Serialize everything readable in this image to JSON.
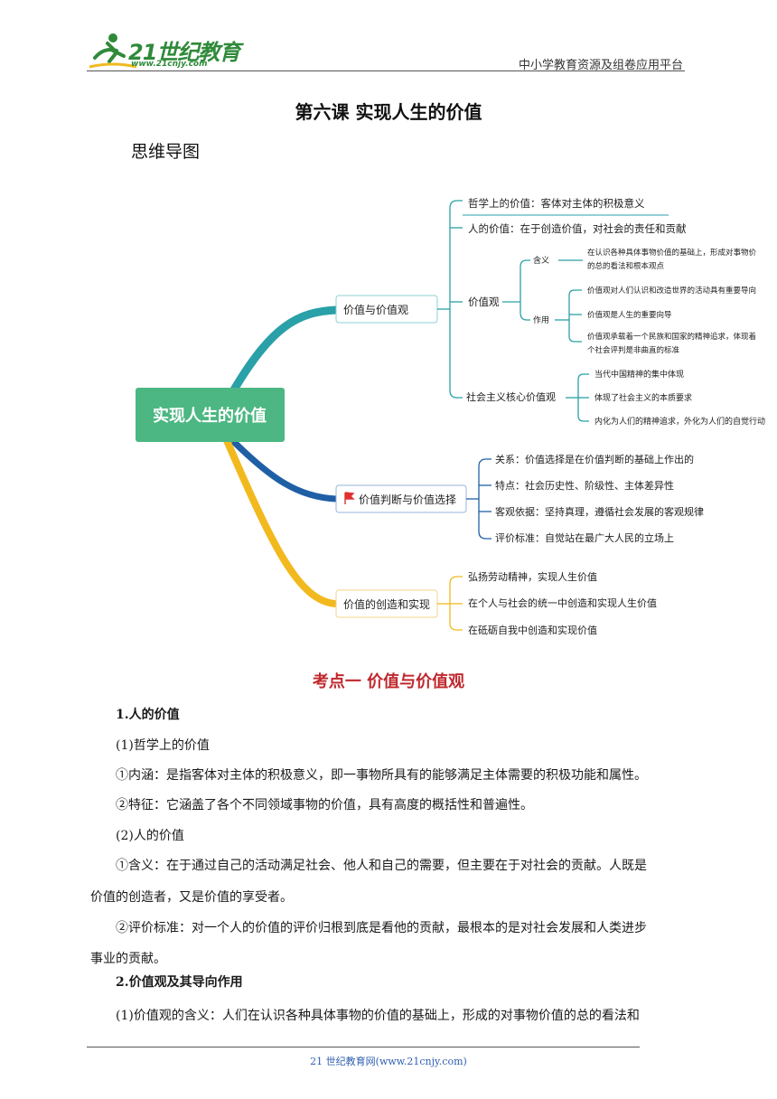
{
  "header": {
    "logo_text": "21世纪教育",
    "logo_url": "www.21cnjy.com",
    "platform": "中小学教育资源及组卷应用平台"
  },
  "title": "第六课  实现人生的价值",
  "mind_heading": "思维导图",
  "mindmap": {
    "root": "实现人生的价值",
    "branch1": {
      "label": "价值与价值观",
      "items": {
        "philosophy": "哲学上的价值：客体对主体的积极意义",
        "human": "人的价值：在于创造价值，对社会的责任和贡献",
        "values": "价值观",
        "meaning": "含义",
        "meaning_text_1": "在认识各种具体事物价值的基础上，形成对事物价",
        "meaning_text_2": "的总的看法和根本观点",
        "role": "作用",
        "role_1": "价值观对人们认识和改造世界的活动具有重要导向",
        "role_2": "价值观是人生的重要向导",
        "role_3_1": "价值观承载着一个民族和国家的精神追求，体现着",
        "role_3_2": "个社会评判是非曲直的标准",
        "core": "社会主义核心价值观",
        "core_1": "当代中国精神的集中体现",
        "core_2": "体现了社会主义的本质要求",
        "core_3": "内化为人们的精神追求，外化为人们的自觉行动"
      }
    },
    "branch2": {
      "label": "价值判断与价值选择",
      "items": [
        "关系：价值选择是在价值判断的基础上作出的",
        "特点：社会历史性、阶级性、主体差异性",
        "客观依据：坚持真理，遵循社会发展的客观规律",
        "评价标准：自觉站在最广大人民的立场上"
      ]
    },
    "branch3": {
      "label": "价值的创造和实现",
      "items": [
        "弘扬劳动精神，实现人生价值",
        "在个人与社会的统一中创造和实现人生价值",
        "在砥砺自我中创造和实现价值"
      ]
    },
    "colors": {
      "root": "#4cb782",
      "branch1": "#2aa0a8",
      "branch2": "#1f5fa6",
      "branch3": "#f2b91e",
      "flag": "#e03030"
    }
  },
  "kp_title": "考点一  价值与价值观",
  "content": {
    "h1": "1.人的价值",
    "p1": "(1)哲学上的价值",
    "p2": "①内涵：是指客体对主体的积极意义，即一事物所具有的能够满足主体需要的积极功能和属性。",
    "p3": "②特征：它涵盖了各个不同领域事物的价值，具有高度的概括性和普遍性。",
    "p4": "(2)人的价值",
    "p5a": "①含义：在于通过自己的活动满足社会、他人和自己的需要，但主要在于对社会的贡献。人既是",
    "p5b": "价值的创造者，又是价值的享受者。",
    "p6a": "②评价标准：对一个人的价值的评价归根到底是看他的贡献，最根本的是对社会发展和人类进步",
    "p6b": "事业的贡献。",
    "h2": "2.价值观及其导向作用",
    "p7": "(1)价值观的含义：人们在认识各种具体事物的价值的基础上，形成的对事物价值的总的看法和"
  },
  "footer": "21 世纪教育网(www.21cnjy.com)"
}
